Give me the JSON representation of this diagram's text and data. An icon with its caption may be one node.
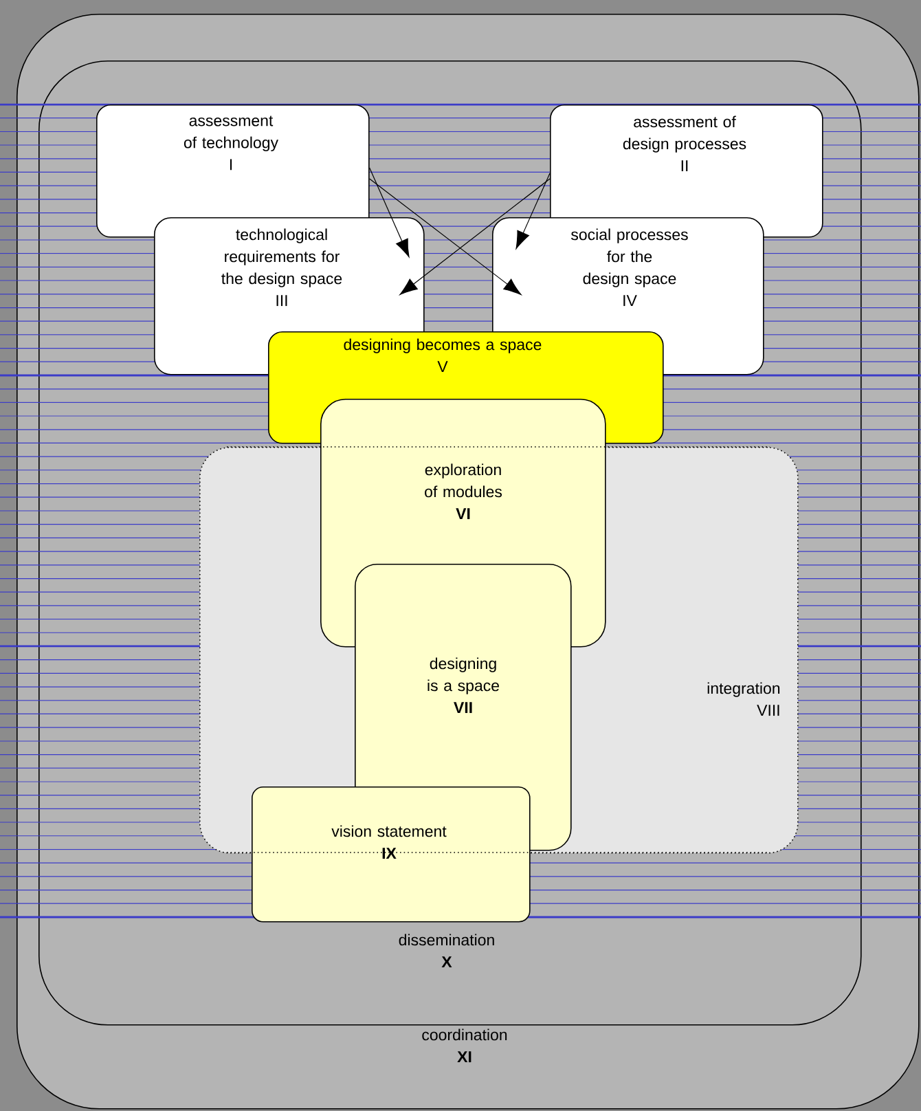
{
  "diagram": {
    "nodes": [
      {
        "text": [
          "coordination",
          "XI"
        ]
      },
      {
        "text": [
          "dissemination",
          "X"
        ],
        "in": 0
      },
      {
        "text": [
          "assessment of technology",
          "I"
        ],
        "in": 1
      },
      {
        "text": [
          "assessment of design processes",
          "II"
        ],
        "in": 1
      },
      {
        "text": [
          "technological requirements for the design space",
          "III"
        ],
        "in": 1
      },
      {
        "text": [
          "social processes for the design space",
          "IV"
        ],
        "in": 1
      },
      {
        "text": [
          "designing becomes a space",
          "V"
        ],
        "in": 1
      },
      {
        "text": [
          "exploration of modules",
          "VI"
        ],
        "in": 1
      },
      {
        "text": [
          "designing is a space",
          "VII"
        ],
        "in": 9
      },
      {
        "text": [
          "integration",
          "VIII"
        ],
        "in": 1
      },
      {
        "text": [
          "vision statement",
          "IX"
        ],
        "in": 1
      }
    ],
    "edges": [
      {
        "from": 2,
        "to": 4,
        "arrow": "to"
      },
      {
        "from": 2,
        "to": 5,
        "arrow": "to"
      },
      {
        "from": 3,
        "to": 5,
        "arrow": "to"
      },
      {
        "from": 3,
        "to": 4,
        "arrow": "to"
      }
    ]
  }
}
